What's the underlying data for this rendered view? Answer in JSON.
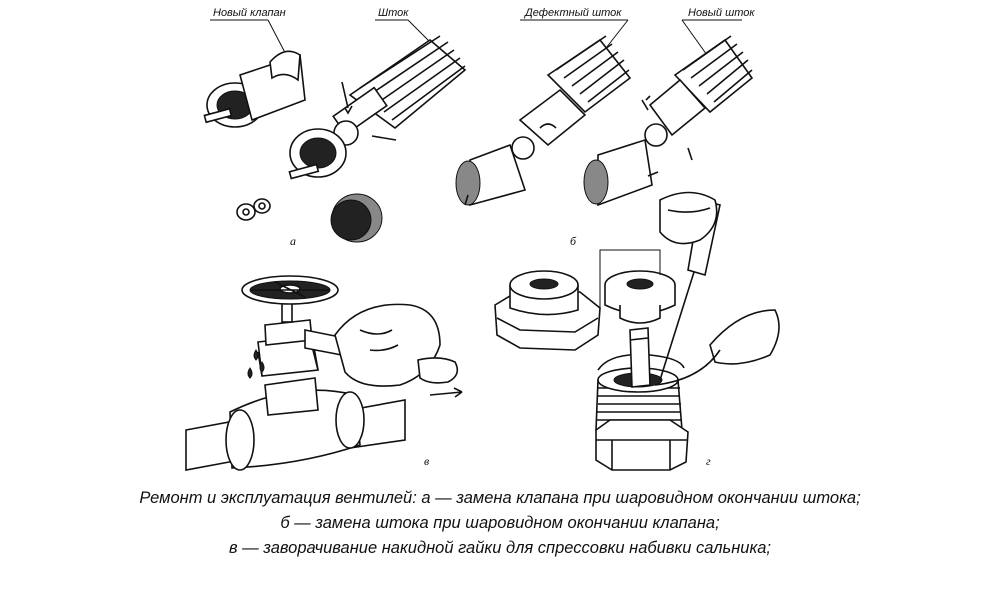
{
  "labels": {
    "new_valve": "Новый клапан",
    "stem": "Шток",
    "defective_stem": "Дефектный шток",
    "new_stem": "Новый шток"
  },
  "panels": {
    "a": "а",
    "b": "б",
    "v": "в",
    "g": "г"
  },
  "caption": {
    "line1": "Ремонт и эксплуатация вентилей: а — замена   клапана   при   шаровидном   окончании   штока;",
    "line2": "б — замена штока при шаровидном окончании клапана;",
    "line3": "в — заворачивание накидной гайки для спрессовки набивки сальника;"
  }
}
